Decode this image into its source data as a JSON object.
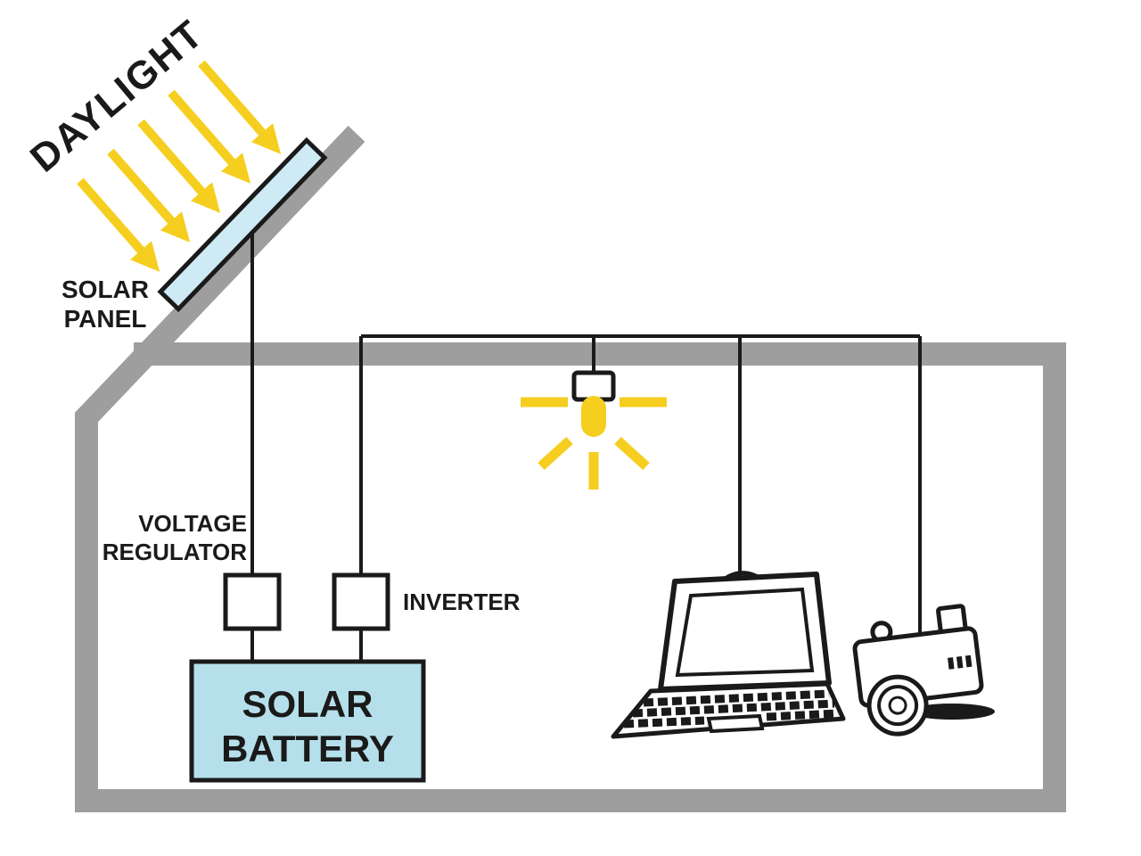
{
  "title": "Solar power system diagram",
  "colors": {
    "yellow": "#F5CE1F",
    "panel_blue": "#CDEAF5",
    "battery_blue": "#B5E0EB",
    "frame_gray": "#9E9E9E",
    "ink": "#1A1A1A"
  },
  "labels": {
    "daylight": "DAYLIGHT",
    "solar_panel_line1": "SOLAR",
    "solar_panel_line2": "PANEL",
    "voltage_regulator_line1": "VOLTAGE",
    "voltage_regulator_line2": "REGULATOR",
    "inverter": "INVERTER",
    "battery_line1": "SOLAR",
    "battery_line2": "BATTERY"
  },
  "diagram": {
    "components": [
      "daylight",
      "solar panel",
      "voltage regulator",
      "solar battery",
      "inverter",
      "light bulb",
      "laptop",
      "camera"
    ],
    "connections": [
      [
        "daylight",
        "solar panel"
      ],
      [
        "solar panel",
        "voltage regulator"
      ],
      [
        "voltage regulator",
        "solar battery"
      ],
      [
        "solar battery",
        "inverter"
      ],
      [
        "inverter",
        "light bulb"
      ],
      [
        "inverter",
        "laptop"
      ],
      [
        "inverter",
        "camera"
      ]
    ]
  }
}
